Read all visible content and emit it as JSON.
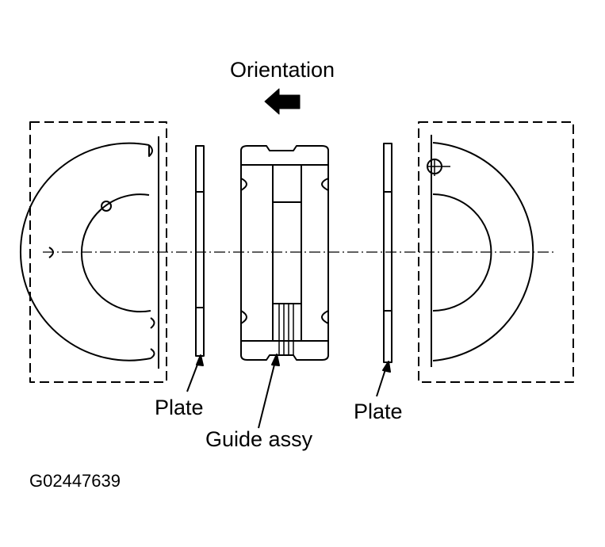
{
  "labels": {
    "orientation": "Orientation",
    "plate_left": "Plate",
    "guide_assy": "Guide assy",
    "plate_right": "Plate",
    "figure_code": "G02447639"
  },
  "colors": {
    "ink": "#000000",
    "background": "#ffffff"
  },
  "icons": {
    "orientation_arrow": "arrow-left-icon"
  }
}
